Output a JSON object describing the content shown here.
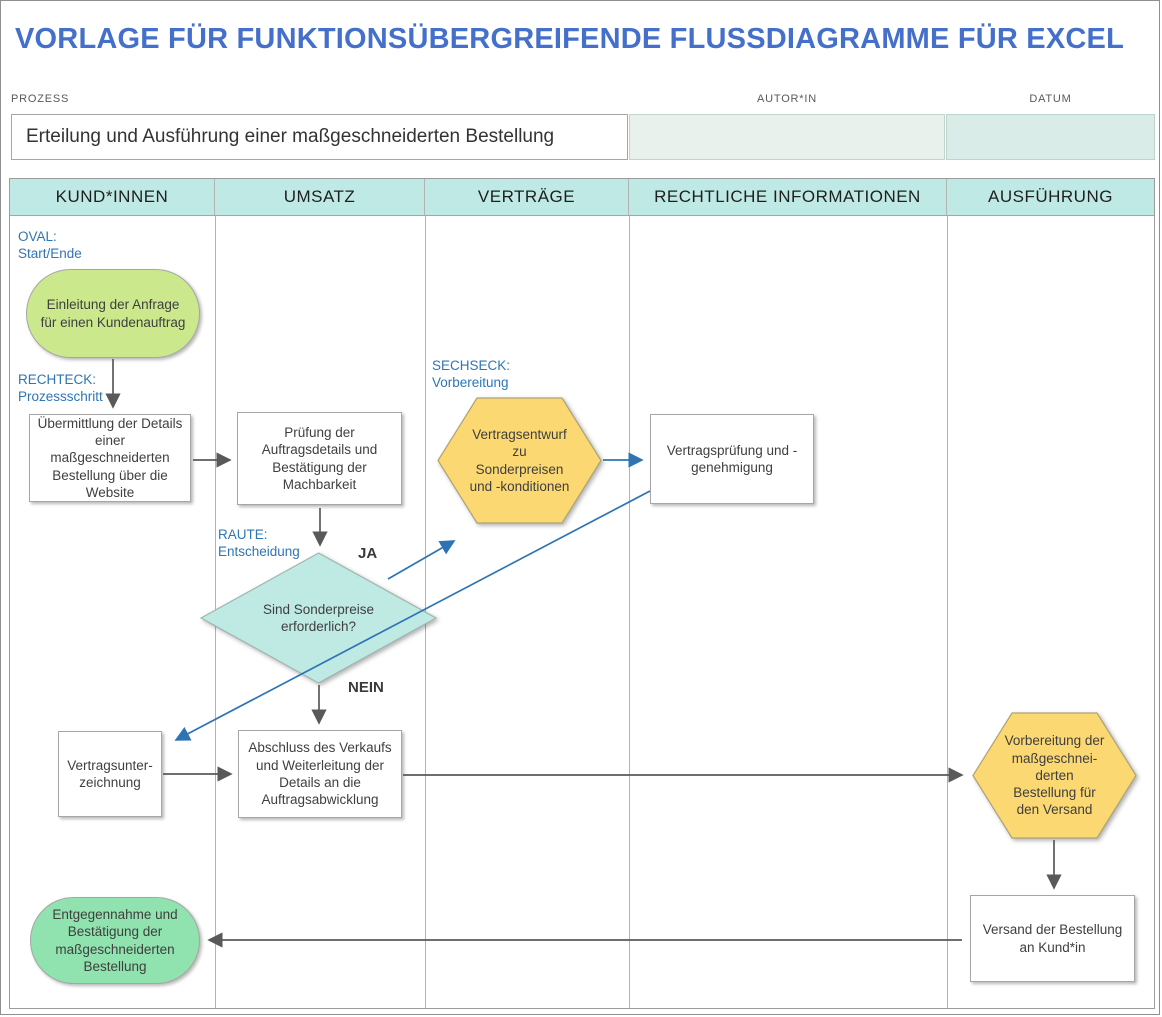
{
  "title": "VORLAGE FÜR FUNKTIONSÜBERGREIFENDE FLUSSDIAGRAMME FÜR EXCEL",
  "meta": {
    "prozess_label": "PROZESS",
    "autor_label": "AUTOR*IN",
    "datum_label": "DATUM",
    "prozess_value": "Erteilung und Ausführung einer maßgeschneiderten Bestellung",
    "autor_value": "",
    "datum_value": ""
  },
  "lanes": [
    "KUND*INNEN",
    "UMSATZ",
    "VERTRÄGE",
    "RECHTLICHE INFORMATIONEN",
    "AUSFÜHRUNG"
  ],
  "legend": {
    "oval": {
      "name": "OVAL:",
      "desc": "Start/Ende"
    },
    "rechteck": {
      "name": "RECHTECK:",
      "desc": "Prozessschritt"
    },
    "sechseck": {
      "name": "SECHSECK:",
      "desc": "Vorbereitung"
    },
    "raute": {
      "name": "RAUTE:",
      "desc": "Entscheidung"
    }
  },
  "shapes": {
    "start_oval": "Einleitung der Anfrage für einen Kundenauftrag",
    "rect_uebermittlung": "Übermittlung der Details einer maßgeschneiderten Bestellung über die Website",
    "rect_pruefung": "Prüfung der Auftragsdetails und Bestätigung der Machbarkeit",
    "hex_vertragsentwurf": "Vertragsentwurf zu Sonderpreisen und -konditionen",
    "rect_vertragspruefung": "Vertragsprüfung und -genehmigung",
    "diamond_sonderpreise": "Sind Sonderpreise erforderlich?",
    "rect_vertragsunterzeichnung": "Vertragsunter- zeichnung",
    "rect_abschluss": "Abschluss des Verkaufs und Weiterleitung der Details an die Auftragsabwicklung",
    "hex_vorbereitung": "Vorbereitung der maßgeschnei- derten Bestellung für den Versand",
    "rect_versand": "Versand der Bestellung an Kund*in",
    "end_oval": "Entgegennahme und Bestätigung der maßgeschneiderten Bestellung"
  },
  "branch_labels": {
    "yes": "JA",
    "no": "NEIN"
  },
  "colors": {
    "title_blue": "#4470CB",
    "legend_blue": "#2e75b6",
    "arrow_blue": "#2E74B5",
    "arrow_gray": "#595959",
    "lane_header_bg": "#bee9e4",
    "diamond_fill": "#bfe9e3",
    "hexagon_fill": "#FBD871",
    "oval_start_fill": "#cbe88d",
    "oval_end_fill": "#90e2ae",
    "autor_field_bg": "#e9f1ec",
    "datum_field_bg": "#d9ece7"
  }
}
